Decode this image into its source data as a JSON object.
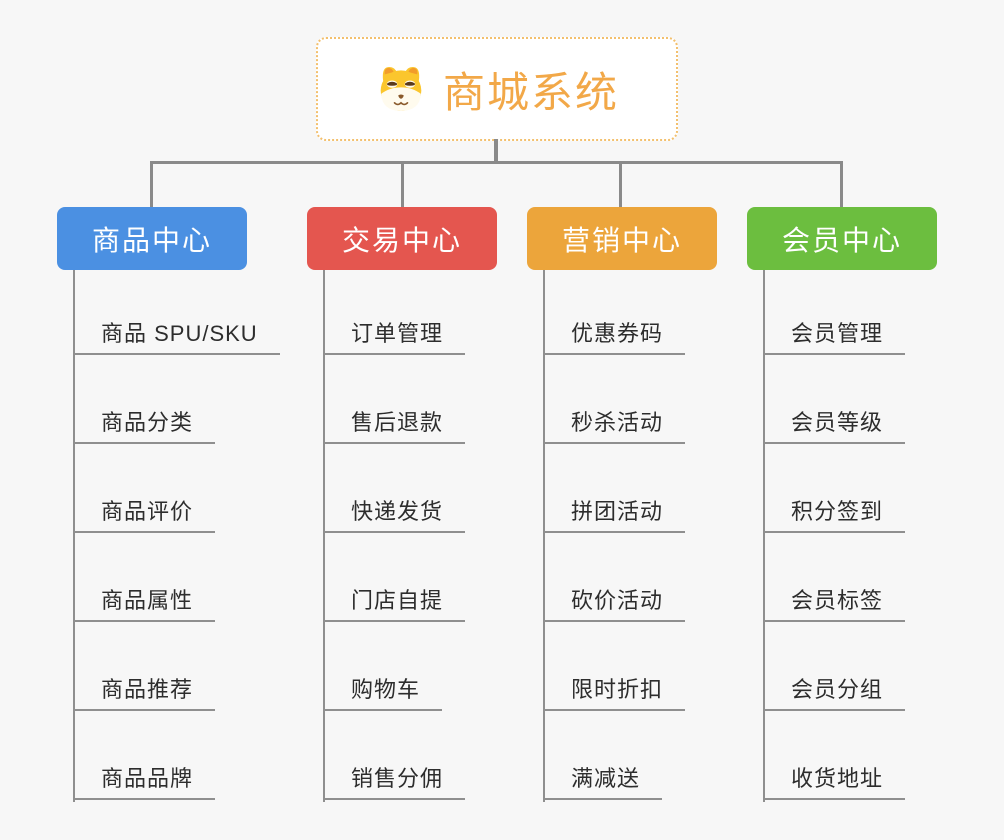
{
  "root": {
    "title": "商城系统",
    "icon": "dog-face-icon"
  },
  "colors": {
    "root_text": "#f2a848",
    "root_border": "#f3c06e",
    "connector": "#8a8a8a",
    "background": "#f7f7f7",
    "sub_text": "#2d2d2d"
  },
  "branches": [
    {
      "label": "商品中心",
      "color": "#4b90e2",
      "items": [
        "商品 SPU/SKU",
        "商品分类",
        "商品评价",
        "商品属性",
        "商品推荐",
        "商品品牌"
      ]
    },
    {
      "label": "交易中心",
      "color": "#e4564f",
      "items": [
        "订单管理",
        "售后退款",
        "快递发货",
        "门店自提",
        "购物车",
        "销售分佣"
      ]
    },
    {
      "label": "营销中心",
      "color": "#ecA53b",
      "items": [
        "优惠券码",
        "秒杀活动",
        "拼团活动",
        "砍价活动",
        "限时折扣",
        "满减送"
      ]
    },
    {
      "label": "会员中心",
      "color": "#6cbe3f",
      "items": [
        "会员管理",
        "会员等级",
        "积分签到",
        "会员标签",
        "会员分组",
        "收货地址"
      ]
    }
  ]
}
